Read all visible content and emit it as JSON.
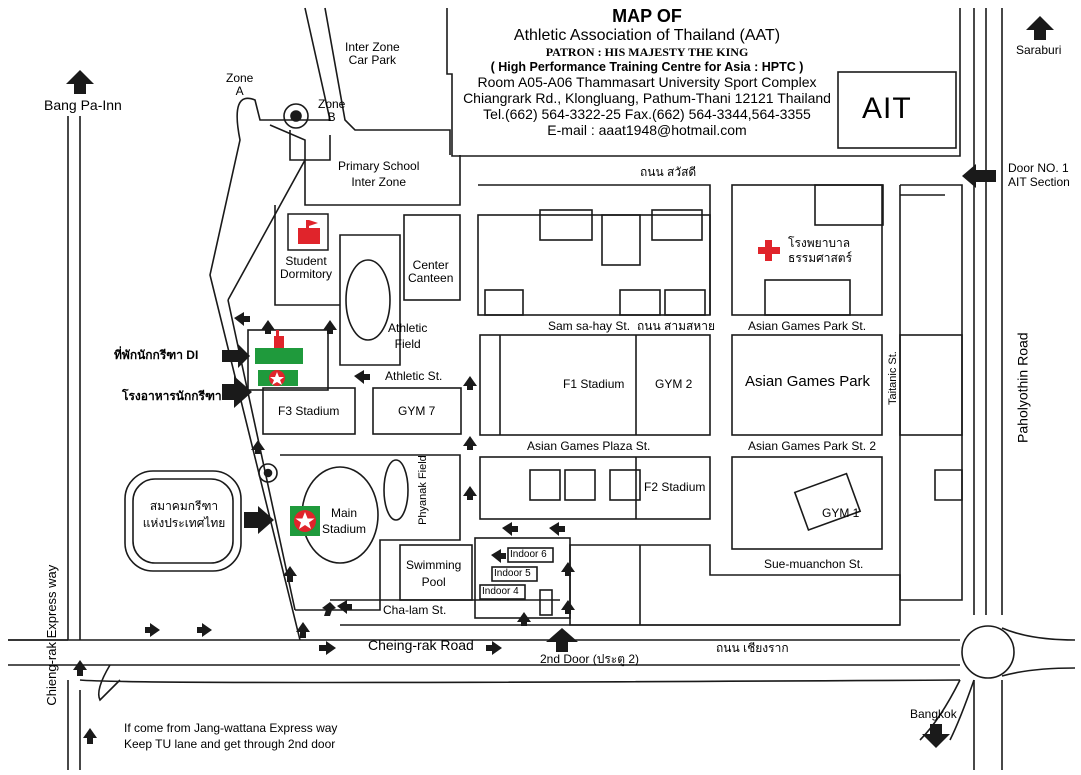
{
  "header": {
    "title": "MAP OF",
    "org": "Athletic Association of Thailand (AAT)",
    "patron": "PATRON : HIS MAJESTY THE KING",
    "hptc": "( High Performance Training Centre for Asia : HPTC )",
    "room": "Room A05-A06 Thammasart University Sport Complex",
    "address": "Chiangrark Rd., Klongluang, Pathum-Thani 12121 Thailand",
    "tel": "Tel.(662) 564-3322-25  Fax.(662) 564-3344,564-3355",
    "email": "E-mail : aaat1948@hotmail.com"
  },
  "directions": {
    "saraburi": "Saraburi",
    "bang_pa_inn": "Bang Pa-Inn",
    "bangkok": "Bangkok",
    "door1_a": "Door NO. 1",
    "door1_b": "AIT  Section"
  },
  "roads": {
    "paholyothin": "Paholyothin Road",
    "chieng_rak_express": "Chieng-rak Express way",
    "cheing_rak_road": "Cheing-rak Road",
    "thanon_chiangrak": "ถนน เชียงราก",
    "thanon_sawatdi": "ถนน สวัสดี",
    "sam_sa_hay": "Sam sa-hay St.",
    "thanon_samsahai": "ถนน สามสหาย",
    "athletic_st": "Athletic St.",
    "asian_games_plaza": "Asian Games Plaza St.",
    "asian_games_park_st": "Asian Games Park St.",
    "asian_games_park_st2": "Asian Games Park St. 2",
    "taitanic": "Taitanic St.",
    "sue_muanchon": "Sue-muanchon St.",
    "cha_lam": "Cha-lam St."
  },
  "places": {
    "ait": "AIT",
    "inter_zone_car_park_a": "Inter Zone",
    "inter_zone_car_park_b": "Car Park",
    "zone_a_1": "Zone",
    "zone_a_2": "A",
    "zone_b_1": "Zone",
    "zone_b_2": "B",
    "primary_school_1": "Primary School",
    "primary_school_2": "Inter Zone",
    "student_dorm_1": "Student",
    "student_dorm_2": "Dormitory",
    "center_canteen_1": "Center",
    "center_canteen_2": "Canteen",
    "athletic_field_1": "Athletic",
    "athletic_field_2": "Field",
    "hospital_1": "โรงพยาบาล",
    "hospital_2": "ธรรมศาสตร์",
    "dorm_di": "ที่พักนักกรีฑา DI",
    "canteen_th": "โรงอาหารนักกรีฑา",
    "f1_stadium": "F1 Stadium",
    "gym2": "GYM 2",
    "asian_games_park": "Asian Games Park",
    "f3_stadium": "F3  Stadium",
    "gym7": "GYM 7",
    "aat_th_1": "สมาคมกรีฑา",
    "aat_th_2": "แห่งประเทศไทย",
    "main_stadium_1": "Main",
    "main_stadium_2": "Stadium",
    "phyanak_field": "Phyanak Field",
    "f2_stadium": "F2 Stadium",
    "gym1": "GYM 1",
    "swimming_pool_1": "Swimming",
    "swimming_pool_2": "Pool",
    "indoor6": "Indoor 6",
    "indoor5": "Indoor 5",
    "indoor4": "Indoor 4",
    "second_door": "2nd Door (ประตู 2)"
  },
  "note": {
    "line1": "If come from Jang-wattana Express way",
    "line2": "Keep TU lane and get through 2nd door"
  },
  "colors": {
    "red": "#e0242b",
    "green": "#1f9a3c",
    "line": "#1a1a1a"
  }
}
